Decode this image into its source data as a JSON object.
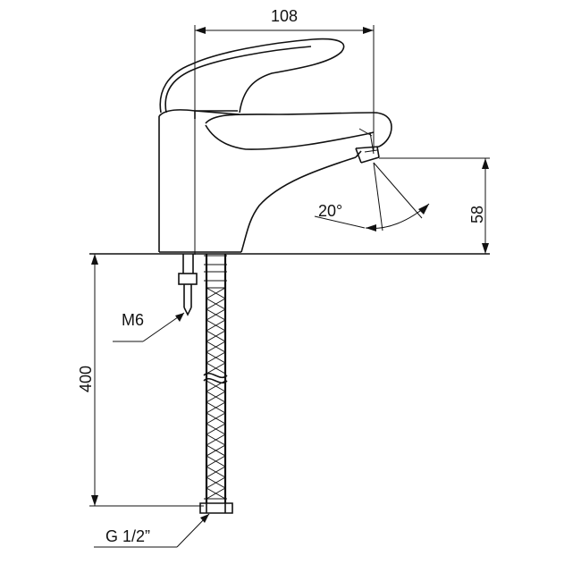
{
  "diagram": {
    "dimensions": {
      "width": "108",
      "spout_height": "58",
      "hose_length": "400"
    },
    "angle": "20°",
    "thread_rod": "M6",
    "thread_connection": "G 1/2”"
  }
}
